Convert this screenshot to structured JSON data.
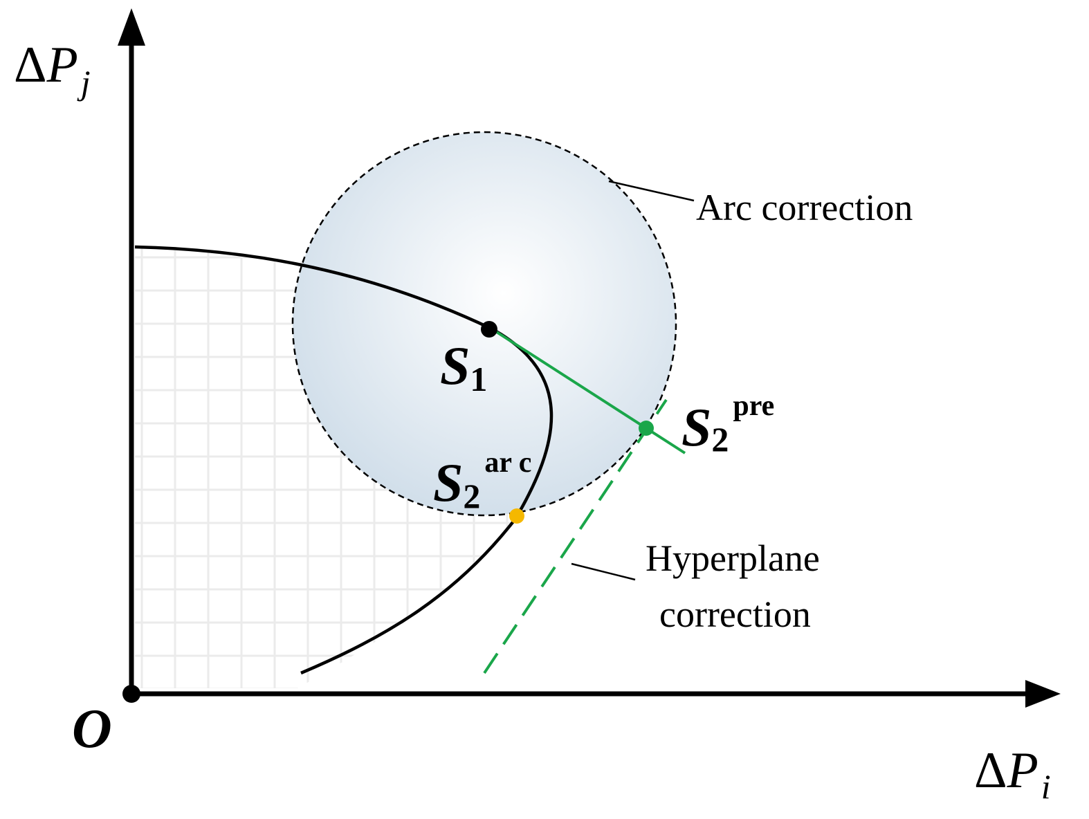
{
  "axes": {
    "y_label": {
      "prefix": "Δ",
      "var": "P",
      "sub": "j"
    },
    "x_label": {
      "prefix": "Δ",
      "var": "P",
      "sub": "i"
    },
    "origin_label": "O"
  },
  "points": {
    "s1": {
      "main": "S",
      "sub": "1",
      "sup": ""
    },
    "s2_pre": {
      "main": "S",
      "sub": "2",
      "sup": "pre"
    },
    "s2_arc": {
      "main": "S",
      "sub": "2",
      "sup": "ar c"
    }
  },
  "annotations": {
    "arc": "Arc correction",
    "hyperplane_line1": "Hyperplane",
    "hyperplane_line2": "correction"
  },
  "colors": {
    "axis": "#000000",
    "curve": "#000000",
    "green": "#1aa64a",
    "orange": "#f5b800",
    "circle_fill_center": "#ffffff",
    "circle_fill_edge": "#cfdde9",
    "grid": "#ebebeb"
  }
}
